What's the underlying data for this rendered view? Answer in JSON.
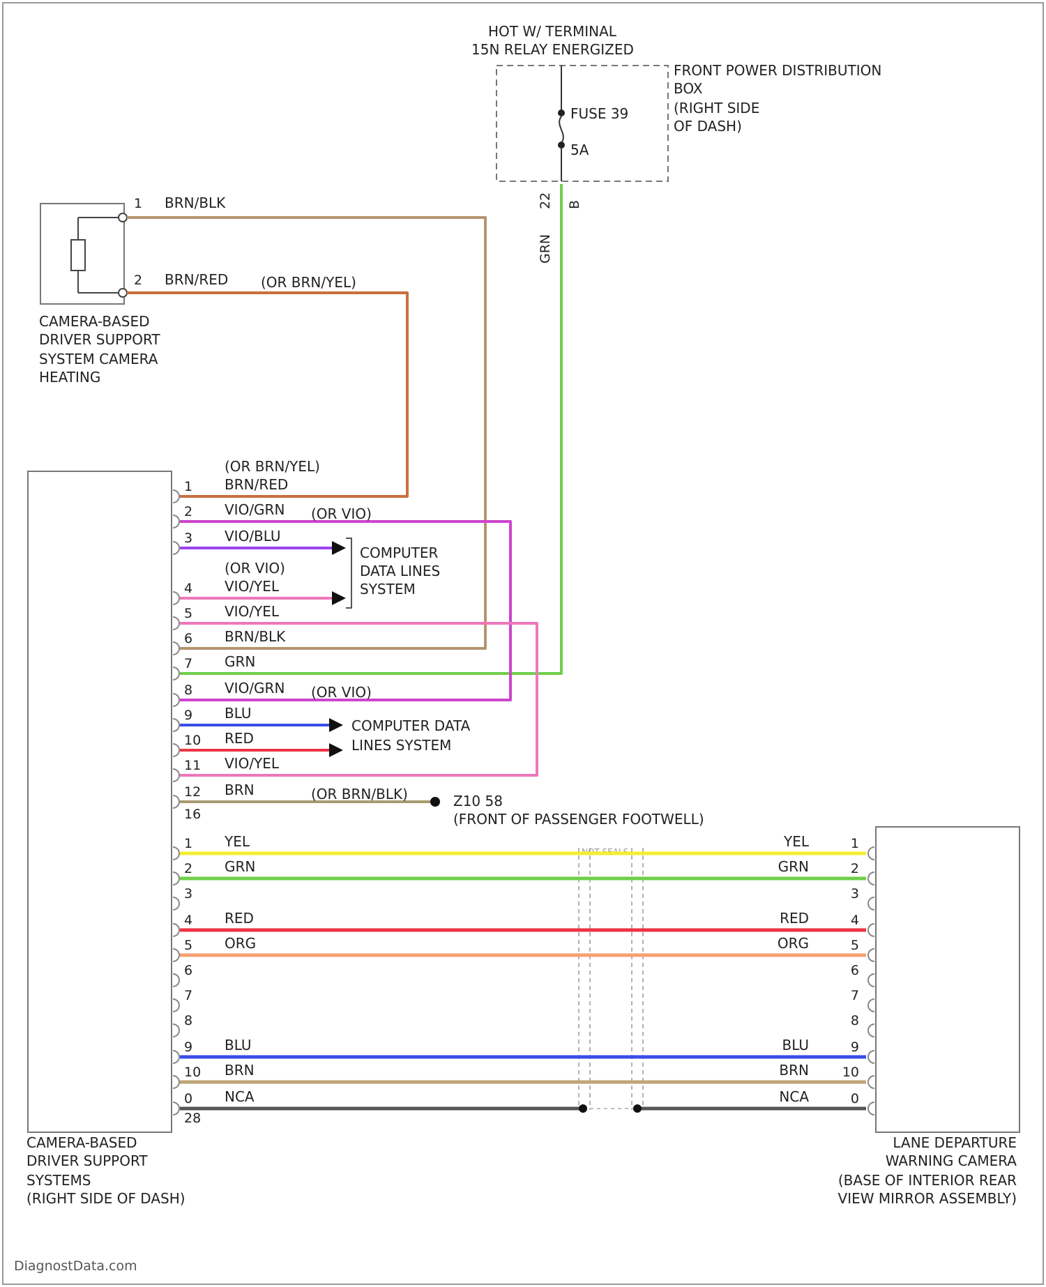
{
  "top_supply": {
    "title_line1": "HOT W/ TERMINAL",
    "title_line2": "15N RELAY ENERGIZED",
    "fuse_label": "FUSE 39",
    "fuse_rating": "5A",
    "box_line1": "FRONT POWER DISTRIBUTION",
    "box_line2": "BOX",
    "box_line3": "(RIGHT SIDE",
    "box_line4": "OF DASH)",
    "pin_left": "22",
    "pin_right": "B",
    "wire_color": "GRN"
  },
  "heater": {
    "name_line1": "CAMERA-BASED",
    "name_line2": "DRIVER SUPPORT",
    "name_line3": "SYSTEM CAMERA",
    "name_line4": "HEATING",
    "pin1": "1",
    "pin1_wire": "BRN/BLK",
    "pin2": "2",
    "pin2_wire": "BRN/RED",
    "pin2_alt": "(OR BRN/YEL)"
  },
  "module": {
    "name_line1": "CAMERA-BASED",
    "name_line2": "DRIVER SUPPORT",
    "name_line3": "SYSTEMS",
    "name_line4": "(RIGHT SIDE OF DASH)"
  },
  "module_pins": [
    {
      "pin": "1",
      "wire": "BRN/RED",
      "alt": "(OR BRN/YEL)"
    },
    {
      "pin": "2",
      "wire": "VIO/GRN",
      "alt": "(OR VIO)"
    },
    {
      "pin": "3",
      "wire": "VIO/BLU",
      "alt": ""
    },
    {
      "pin": "4",
      "wire": "VIO/YEL",
      "alt": "(OR VIO)"
    },
    {
      "pin": "5",
      "wire": "VIO/YEL",
      "alt": ""
    },
    {
      "pin": "6",
      "wire": "BRN/BLK",
      "alt": ""
    },
    {
      "pin": "7",
      "wire": "GRN",
      "alt": ""
    },
    {
      "pin": "8",
      "wire": "VIO/GRN",
      "alt": "(OR VIO)"
    },
    {
      "pin": "9",
      "wire": "BLU",
      "alt": ""
    },
    {
      "pin": "10",
      "wire": "RED",
      "alt": ""
    },
    {
      "pin": "11",
      "wire": "VIO/YEL",
      "alt": ""
    },
    {
      "pin": "12",
      "wire": "BRN",
      "alt": "(OR BRN/BLK)"
    }
  ],
  "connector1_id": "16",
  "data_lines_a_line1": "COMPUTER",
  "data_lines_a_line2": "DATA LINES",
  "data_lines_a_line3": "SYSTEM",
  "data_lines_b_line1": "COMPUTER DATA",
  "data_lines_b_line2": "LINES SYSTEM",
  "ground": {
    "id": "Z10 58",
    "location": "(FRONT OF PASSENGER FOOTWELL)"
  },
  "camera_link": [
    {
      "left_pin": "1",
      "wire": "YEL",
      "right_pin": "1"
    },
    {
      "left_pin": "2",
      "wire": "GRN",
      "right_pin": "2"
    },
    {
      "left_pin": "3",
      "wire": "",
      "right_pin": "3"
    },
    {
      "left_pin": "4",
      "wire": "RED",
      "right_pin": "4"
    },
    {
      "left_pin": "5",
      "wire": "ORG",
      "right_pin": "5"
    },
    {
      "left_pin": "6",
      "wire": "",
      "right_pin": "6"
    },
    {
      "left_pin": "7",
      "wire": "",
      "right_pin": "7"
    },
    {
      "left_pin": "8",
      "wire": "",
      "right_pin": "8"
    },
    {
      "left_pin": "9",
      "wire": "BLU",
      "right_pin": "9"
    },
    {
      "left_pin": "10",
      "wire": "BRN",
      "right_pin": "10"
    },
    {
      "left_pin": "0",
      "wire": "NCA",
      "right_pin": "0"
    }
  ],
  "connector2_id": "28",
  "shield_label": "NOT SEALS",
  "rear_camera": {
    "name_line1": "LANE DEPARTURE",
    "name_line2": "WARNING CAMERA",
    "name_line3": "(BASE OF INTERIOR REAR",
    "name_line4": "VIEW MIRROR ASSEMBLY)"
  },
  "watermark": "DiagnostData.com",
  "colors": {
    "brn_blk": "#b5956e",
    "brn_red": "#c8703f",
    "grn": "#6fcf4a",
    "vio_grn": "#cc44cc",
    "vio_blu": "#9a44ee",
    "vio_yel": "#ee77bb",
    "blu": "#3a4ee8",
    "red": "#ee3344",
    "brn_olive": "#a89a70",
    "yel": "#f2ee33",
    "org": "#f5a070",
    "brn": "#bfa577",
    "nca": "#a5a58a",
    "shield": "#555555"
  }
}
